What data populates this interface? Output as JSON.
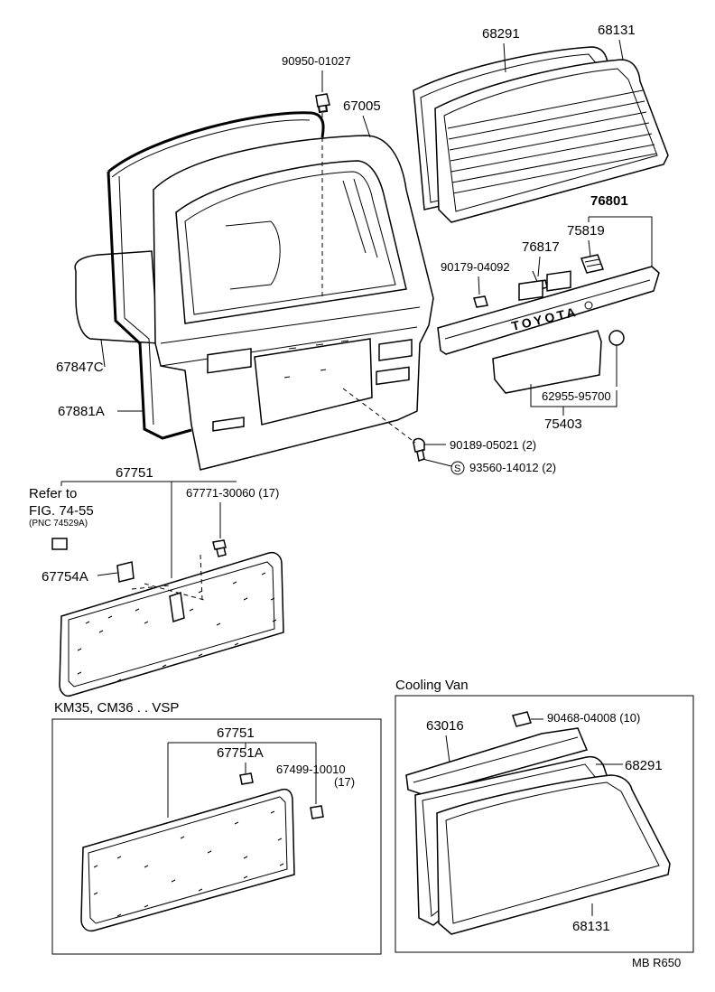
{
  "labels": {
    "p90950": "90950-01027",
    "p67005": "67005",
    "p68291": "68291",
    "p68131": "68131",
    "p76801": "76801",
    "p75819": "75819",
    "p76817": "76817",
    "p90179": "90179-04092",
    "p67847c": "67847C",
    "p67881a": "67881A",
    "p62955": "62955-95700",
    "p75403": "75403",
    "p90189": "90189-05021 (2)",
    "p93560": "93560-14012 (2)",
    "s_mark": "S",
    "p67751": "67751",
    "refer1": "Refer to",
    "refer2": "FIG. 74-55",
    "refer3": "(PNC 74529A)",
    "p67771": "67771-30060 (17)",
    "p67754a": "67754A",
    "toyota": "TOYOTA"
  },
  "inset_left": {
    "title": "KM35, CM36 . . VSP",
    "p67751": "67751",
    "p67751a": "67751A",
    "p67499": "67499-10010",
    "p67499_qty": "(17)"
  },
  "inset_right": {
    "title": "Cooling Van",
    "p90468": "90468-04008 (10)",
    "p63016": "63016",
    "p68291": "68291",
    "p68131": "68131"
  },
  "footer": {
    "code": "MB  R650"
  }
}
